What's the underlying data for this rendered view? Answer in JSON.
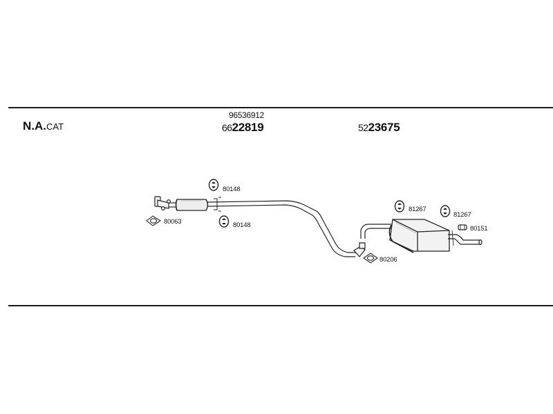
{
  "header": {
    "label_bold": "N.A.",
    "label_small": "CAT"
  },
  "front_section": {
    "alt_number": "96536912",
    "code_prefix": "66",
    "code_main": "22819"
  },
  "rear_section": {
    "code_prefix": "52",
    "code_main": "23675"
  },
  "callouts": {
    "front_gasket": "80063",
    "front_hanger_upper": "80148",
    "front_hanger_lower": "80148",
    "middle_clamp": "80206",
    "rear_hanger_left": "81267",
    "rear_hanger_right": "81267",
    "tail_clamp": "80151"
  }
}
